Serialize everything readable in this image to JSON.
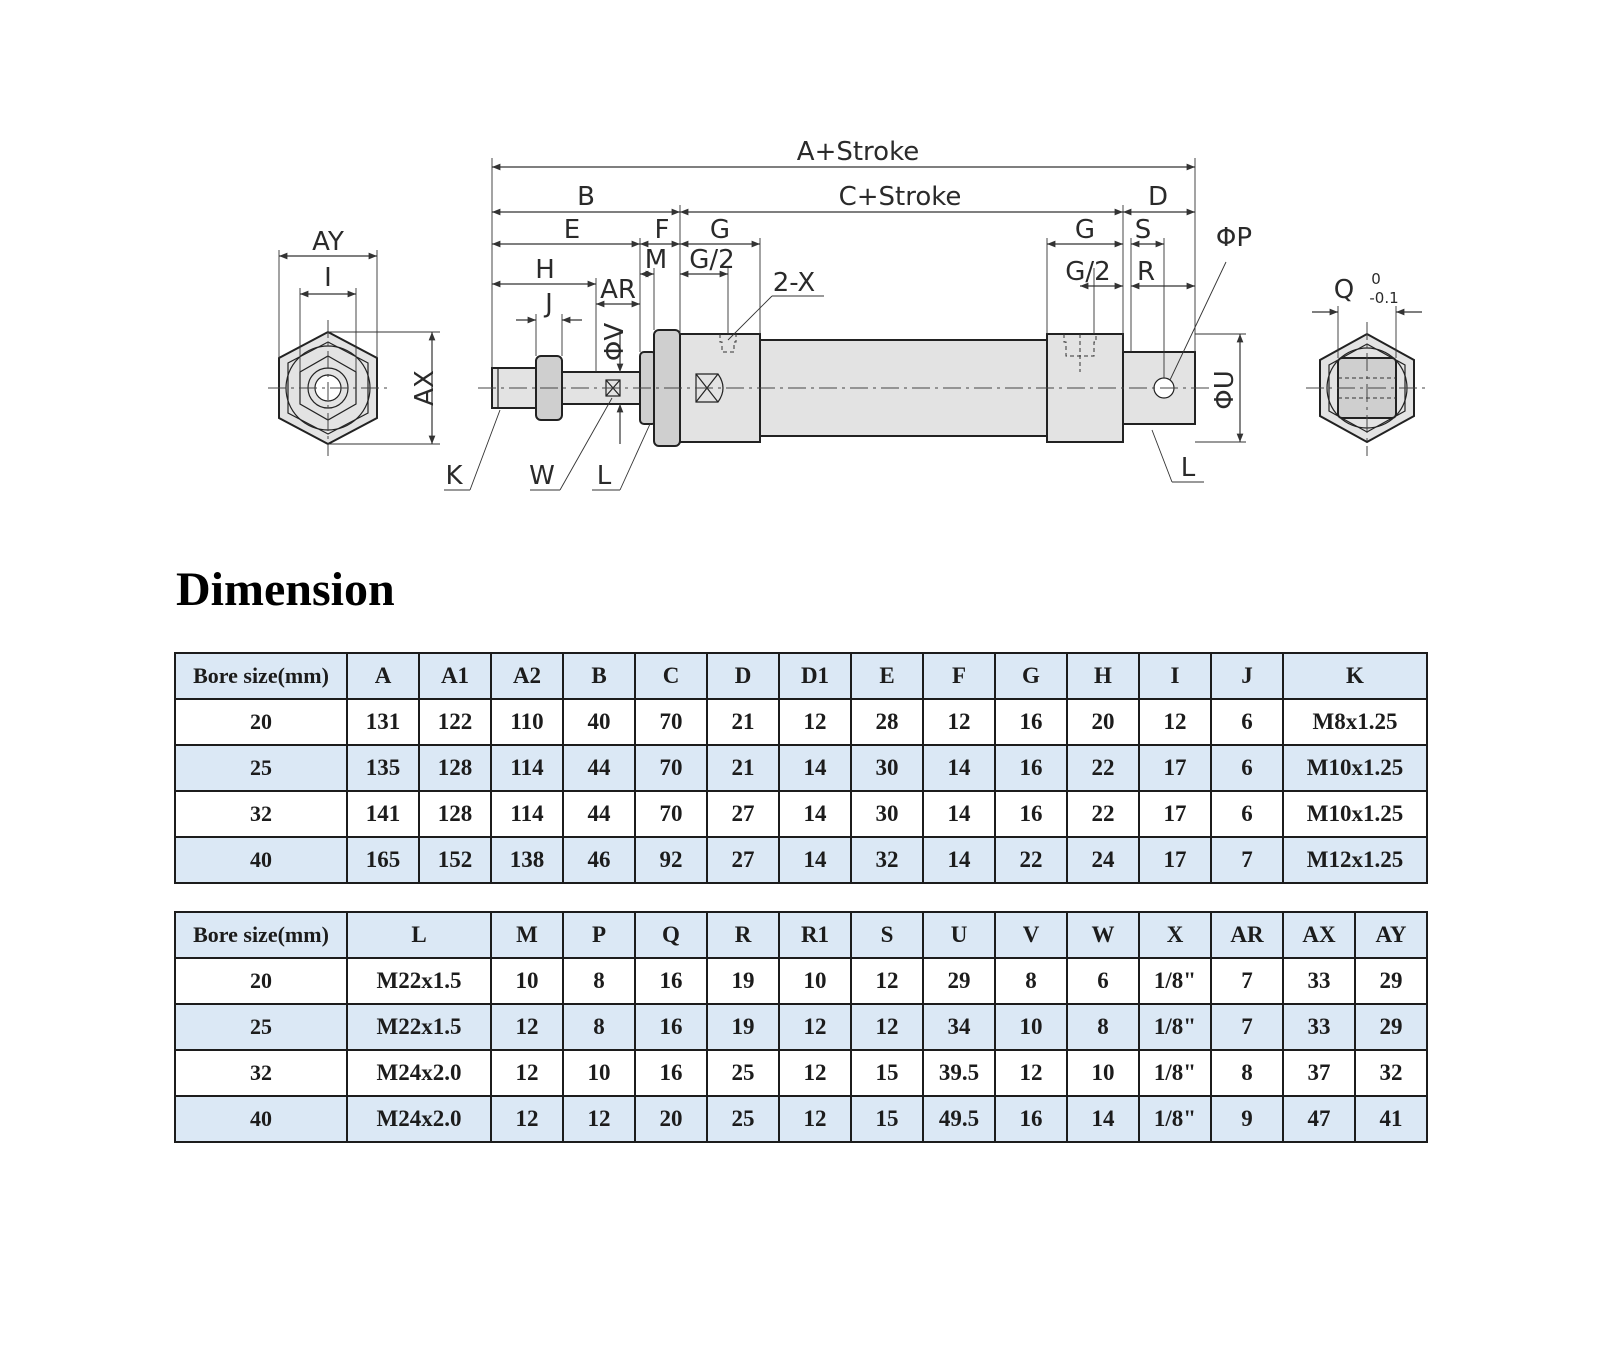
{
  "drawing": {
    "labels": {
      "a_stroke": "A+Stroke",
      "c_stroke": "C+Stroke",
      "b": "B",
      "d": "D",
      "e": "E",
      "f": "F",
      "g_left": "G",
      "m": "M",
      "g2_left": "G/2",
      "h": "H",
      "ar": "AR",
      "j": "J",
      "x2": "2-X",
      "phi_v": "ΦV",
      "g_right": "G",
      "s": "S",
      "g2_right": "G/2",
      "r": "R",
      "phi_p": "ΦP",
      "phi_u": "ΦU",
      "l_right": "L",
      "k": "K",
      "w": "W",
      "l_left": "L",
      "ay": "AY",
      "i": "I",
      "ax": "AX",
      "q": "Q",
      "q_upper": "0",
      "q_lower": "-0.1"
    }
  },
  "title": "Dimension",
  "table1": {
    "headers": [
      "Bore size(mm)",
      "A",
      "A1",
      "A2",
      "B",
      "C",
      "D",
      "D1",
      "E",
      "F",
      "G",
      "H",
      "I",
      "J",
      "K"
    ],
    "rows": [
      [
        "20",
        "131",
        "122",
        "110",
        "40",
        "70",
        "21",
        "12",
        "28",
        "12",
        "16",
        "20",
        "12",
        "6",
        "M8x1.25"
      ],
      [
        "25",
        "135",
        "128",
        "114",
        "44",
        "70",
        "21",
        "14",
        "30",
        "14",
        "16",
        "22",
        "17",
        "6",
        "M10x1.25"
      ],
      [
        "32",
        "141",
        "128",
        "114",
        "44",
        "70",
        "27",
        "14",
        "30",
        "14",
        "16",
        "22",
        "17",
        "6",
        "M10x1.25"
      ],
      [
        "40",
        "165",
        "152",
        "138",
        "46",
        "92",
        "27",
        "14",
        "32",
        "14",
        "22",
        "24",
        "17",
        "7",
        "M12x1.25"
      ]
    ]
  },
  "table2": {
    "headers": [
      "Bore size(mm)",
      "L",
      "M",
      "P",
      "Q",
      "R",
      "R1",
      "S",
      "U",
      "V",
      "W",
      "X",
      "AR",
      "AX",
      "AY"
    ],
    "rows": [
      [
        "20",
        "M22x1.5",
        "10",
        "8",
        "16",
        "19",
        "10",
        "12",
        "29",
        "8",
        "6",
        "1/8\"",
        "7",
        "33",
        "29"
      ],
      [
        "25",
        "M22x1.5",
        "12",
        "8",
        "16",
        "19",
        "12",
        "12",
        "34",
        "10",
        "8",
        "1/8\"",
        "7",
        "33",
        "29"
      ],
      [
        "32",
        "M24x2.0",
        "12",
        "10",
        "16",
        "25",
        "12",
        "15",
        "39.5",
        "12",
        "10",
        "1/8\"",
        "8",
        "37",
        "32"
      ],
      [
        "40",
        "M24x2.0",
        "12",
        "12",
        "20",
        "25",
        "12",
        "15",
        "49.5",
        "16",
        "14",
        "1/8\"",
        "9",
        "47",
        "41"
      ]
    ]
  }
}
